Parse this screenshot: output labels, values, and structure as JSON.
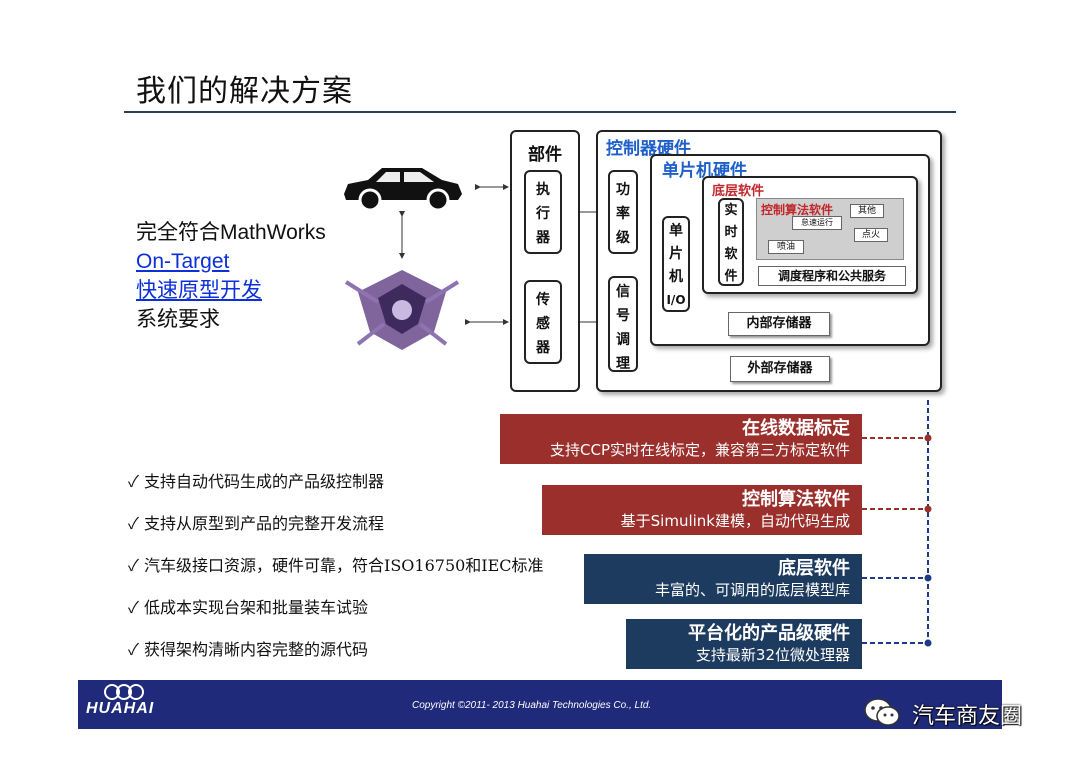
{
  "title": "我们的解决方案",
  "left_text": {
    "line1": "完全符合MathWorks",
    "link1": "On-Target",
    "link2": "快速原型开发",
    "line4": "系统要求"
  },
  "diagram": {
    "components": "部件",
    "actuator": [
      "执",
      "行",
      "器"
    ],
    "sensor": [
      "传",
      "感",
      "器"
    ],
    "controller_hw": "控制器硬件",
    "power_stage": [
      "功",
      "率",
      "级"
    ],
    "signal_cond": [
      "信",
      "号",
      "调",
      "理"
    ],
    "mcu_hw": "单片机硬件",
    "mcu_io": [
      "单",
      "片",
      "机",
      "I/O"
    ],
    "base_sw": "底层软件",
    "rtos": [
      "实",
      "时",
      "软",
      "件"
    ],
    "ctrl_algo": "控制算法软件",
    "other": "其他",
    "idle": "怠速运行",
    "ignition": "点火",
    "injection": "喷油",
    "scheduler": "调度程序和公共服务",
    "int_mem": "内部存储器",
    "ext_mem": "外部存储器"
  },
  "banners": [
    {
      "title": "在线数据标定",
      "sub": "支持CCP实时在线标定，兼容第三方标定软件",
      "color": "#9b2f2c"
    },
    {
      "title": "控制算法软件",
      "sub": "基于Simulink建模，自动代码生成",
      "color": "#9b2f2c"
    },
    {
      "title": "底层软件",
      "sub": "丰富的、可调用的底层模型库",
      "color": "#1d3a5f"
    },
    {
      "title": "平台化的产品级硬件",
      "sub": "支持最新32位微处理器",
      "color": "#1d3a5f"
    }
  ],
  "bullets": [
    "✓ 支持自动代码生成的产品级控制器",
    "✓ 支持从原型到产品的完整开发流程",
    "✓ 汽车级接口资源，硬件可靠，符合ISO16750和IEC标准",
    "✓ 低成本实现台架和批量装车试验",
    "✓ 获得架构清晰内容完整的源代码"
  ],
  "footer": {
    "logo": "HUAHAI",
    "copyright": "Copyright ©2011- 2013 Huahai Technologies Co., Ltd.",
    "watermark": "汽车商友圈"
  }
}
